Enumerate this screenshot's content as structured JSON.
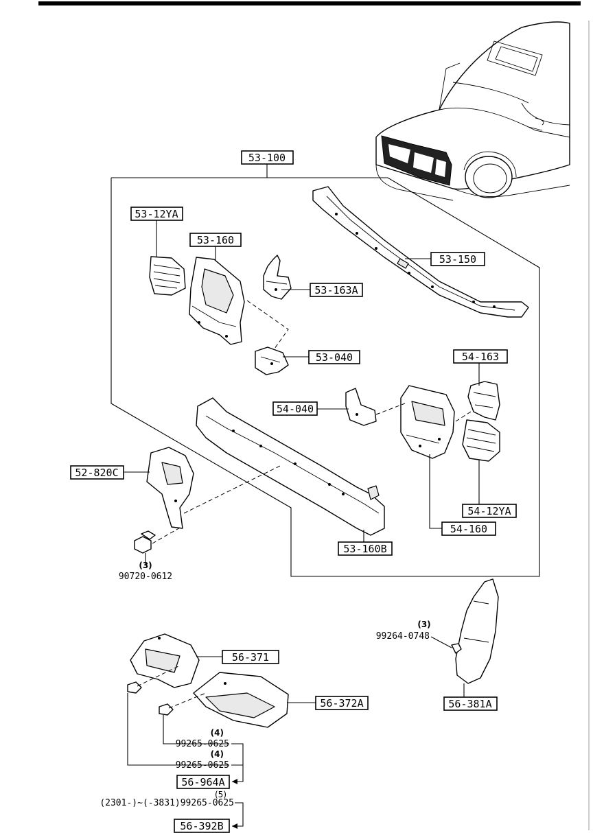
{
  "callouts": {
    "c53_100": "53-100",
    "c53_12YA": "53-12YA",
    "c53_160": "53-160",
    "c53_150": "53-150",
    "c53_163A": "53-163A",
    "c53_040": "53-040",
    "c54_163": "54-163",
    "c54_040": "54-040",
    "c52_820C": "52-820C",
    "c54_12YA": "54-12YA",
    "c54_160": "54-160",
    "c53_160B": "53-160B",
    "c56_371": "56-371",
    "c56_372A": "56-372A",
    "c56_381A": "56-381A",
    "c56_964A": "56-964A",
    "c56_392B": "56-392B"
  },
  "fasteners": {
    "f1_qty": "(3)",
    "f1_pn": "90720-0612",
    "f2_qty": "(3)",
    "f2_pn": "99264-0748",
    "f3_qty": "(4)",
    "f3_pn": "99265-0625",
    "f4_qty": "(4)",
    "f4_pn": "99265-0625",
    "f5_qty": "(5)",
    "f5_pn": "(2301-)~(-3831)99265-0625"
  }
}
